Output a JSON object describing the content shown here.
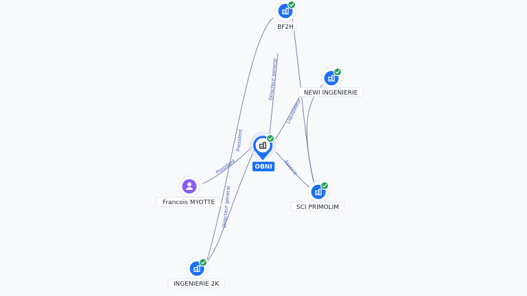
{
  "colors": {
    "edge": "#5f6f8f",
    "edge_label": "#3f5fbf",
    "company_fill": "#1d6ff2",
    "person_fill": "#8b5cf6",
    "check_fill": "#1f9d55",
    "main_label_bg": "#1d6ff2"
  },
  "nodes": [
    {
      "id": "bf2h",
      "label": "BF2H",
      "kind": "company",
      "verified": true,
      "icon": "building-icon"
    },
    {
      "id": "newi",
      "label": "NEWI INGENIERIE",
      "kind": "company",
      "verified": true,
      "icon": "building-icon"
    },
    {
      "id": "obni",
      "label": "OBNI",
      "kind": "company-main",
      "verified": true,
      "icon": "building-icon"
    },
    {
      "id": "myotte",
      "label": "Francois MYOTTE",
      "kind": "person",
      "verified": false,
      "icon": "person-icon"
    },
    {
      "id": "primolim",
      "label": "SCI PRIMOLIM",
      "kind": "company",
      "verified": true,
      "icon": "building-icon"
    },
    {
      "id": "ing2k",
      "label": "INGENIERIE 2K",
      "kind": "company",
      "verified": true,
      "icon": "building-icon"
    }
  ],
  "edges": [
    {
      "id": "e1",
      "label": "Directeur general",
      "from": "bf2h",
      "to": "obni"
    },
    {
      "id": "e2",
      "label": "President",
      "from": "bf2h",
      "to": "ing2k"
    },
    {
      "id": "e3",
      "label": "Liquidateur",
      "from": "newi",
      "to": "obni"
    },
    {
      "id": "e4",
      "label": "President",
      "from": "myotte",
      "to": "obni"
    },
    {
      "id": "e5",
      "label": "Associe",
      "from": "obni",
      "to": "primolim"
    },
    {
      "id": "e6",
      "label": "Directeur general",
      "from": "ing2k",
      "to": "obni"
    },
    {
      "id": "e7",
      "label": "",
      "from": "bf2h",
      "to": "primolim"
    },
    {
      "id": "e8",
      "label": "",
      "from": "newi",
      "to": "primolim"
    }
  ]
}
